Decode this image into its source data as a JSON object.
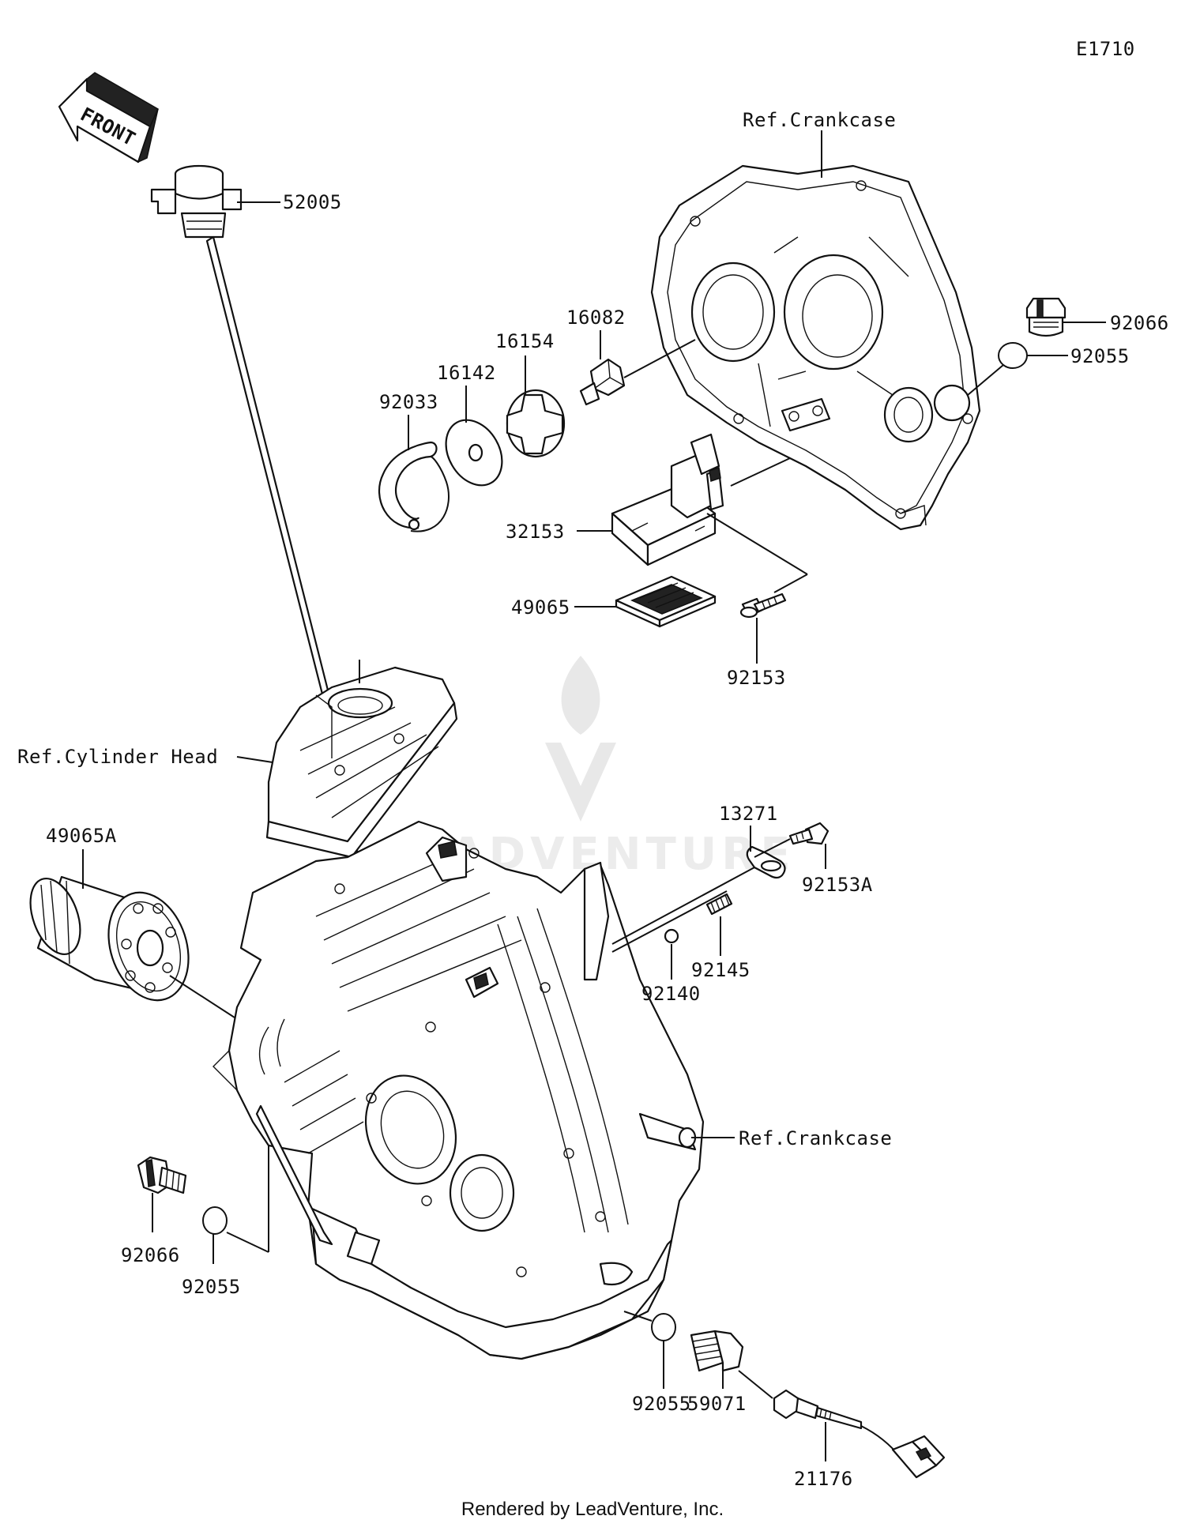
{
  "diagram_code": "E1710",
  "front_arrow_text": "FRONT",
  "watermark_text": "LEADVENTURE",
  "footer_text": "Rendered by LeadVenture, Inc.",
  "labels": {
    "ref_crankcase_top": "Ref.Crankcase",
    "ref_crankcase_bottom": "Ref.Crankcase",
    "ref_cylinder_head": "Ref.Cylinder Head",
    "p52005": "52005",
    "p92066_top": "92066",
    "p92055_top": "92055",
    "p16082": "16082",
    "p16154": "16154",
    "p16142": "16142",
    "p92033": "92033",
    "p32153": "32153",
    "p49065": "49065",
    "p92153": "92153",
    "p13271": "13271",
    "p92153A": "92153A",
    "p92145": "92145",
    "p92140": "92140",
    "p49065A": "49065A",
    "p92066_bottom": "92066",
    "p92055_left": "92055",
    "p92055_bottom": "92055",
    "p59071": "59071",
    "p21176": "21176"
  }
}
